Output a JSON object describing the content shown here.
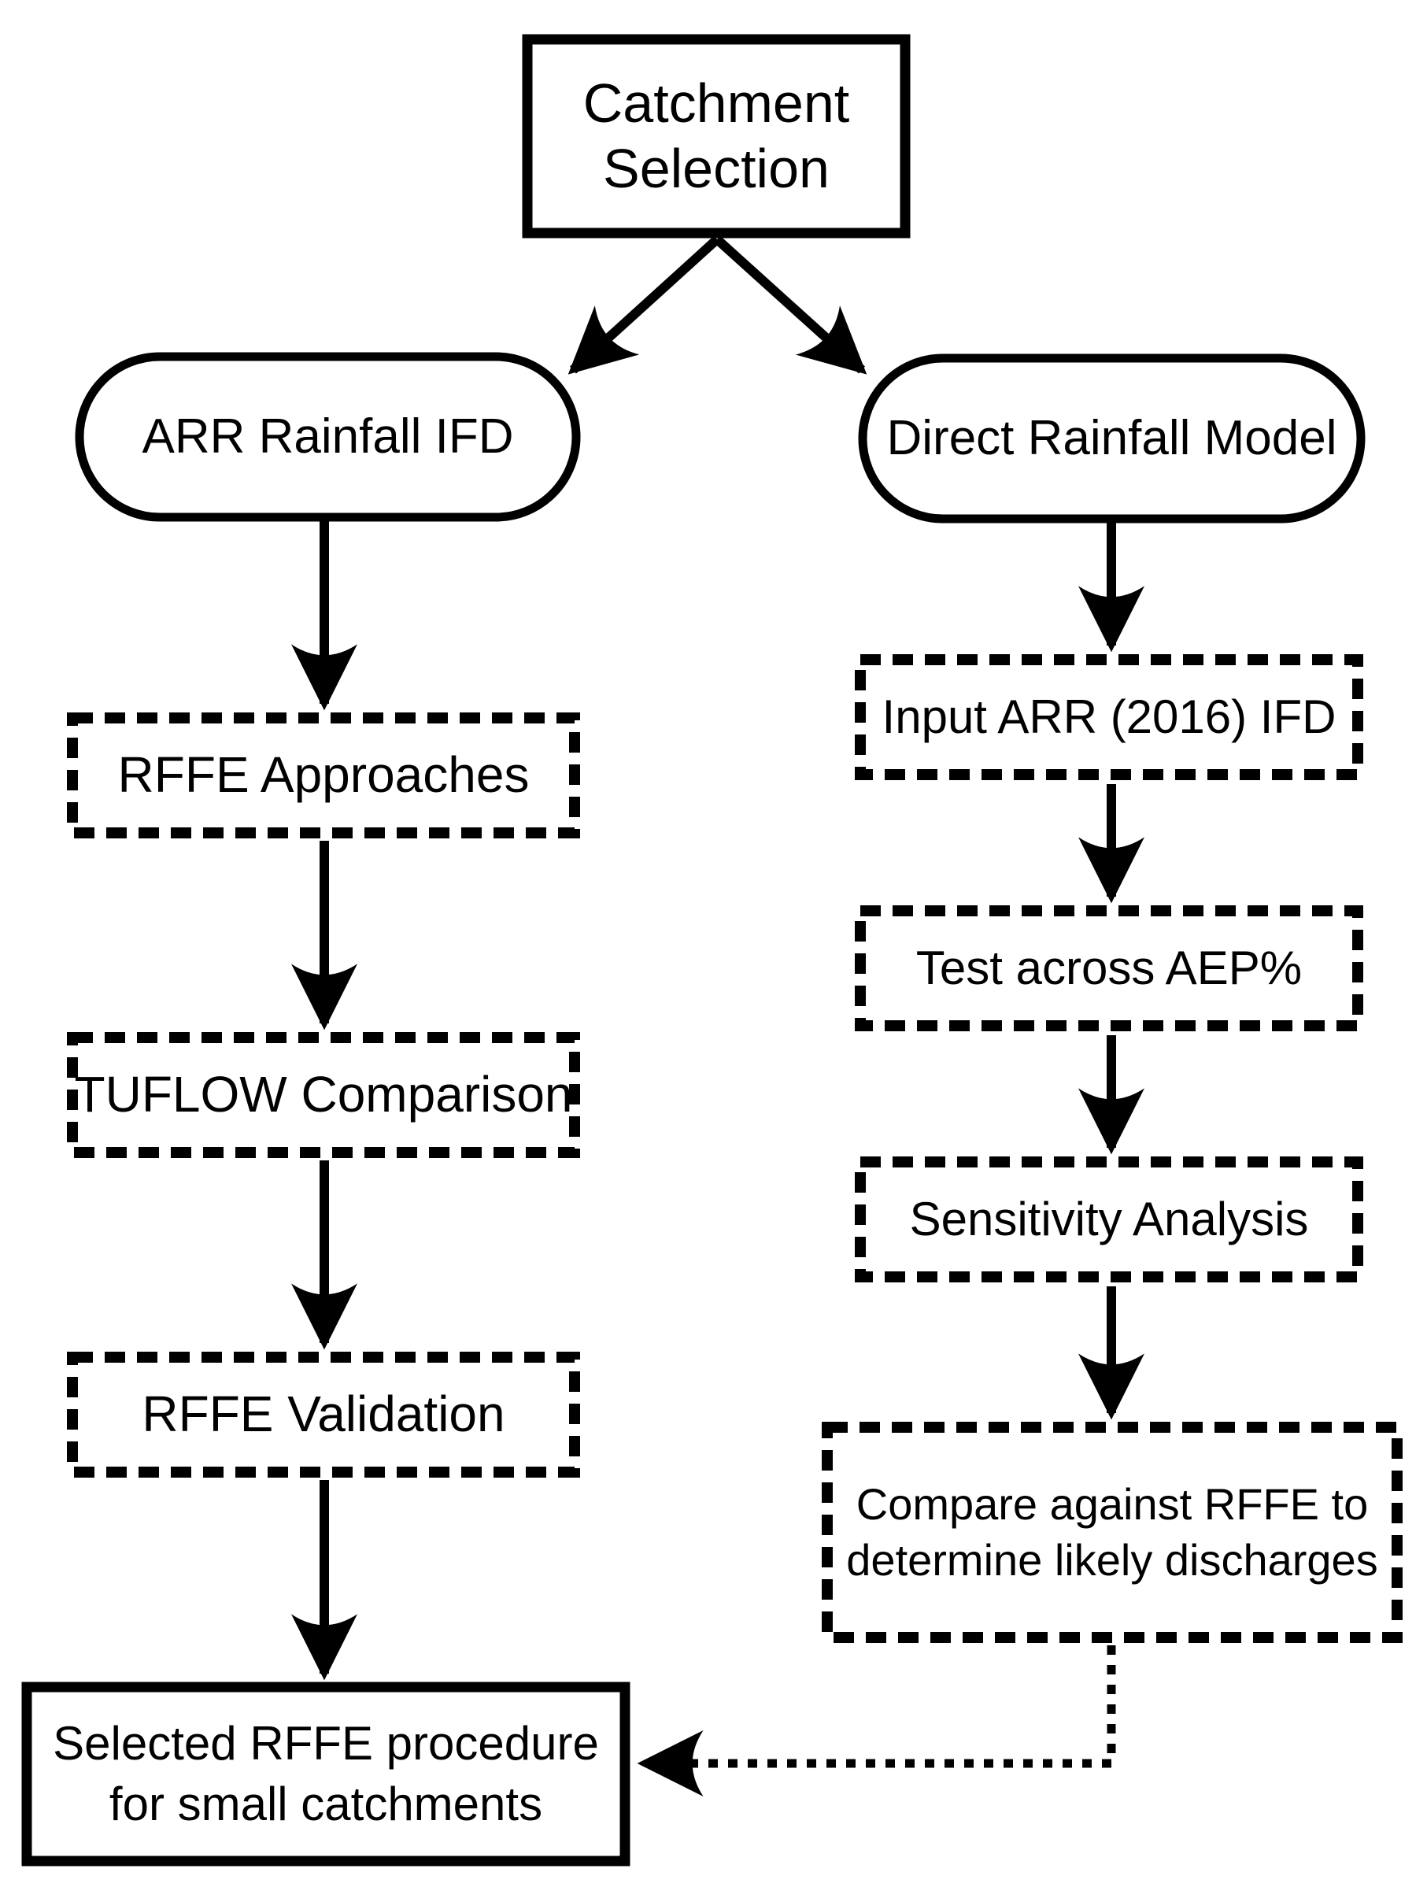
{
  "diagram": {
    "type": "flowchart",
    "colors": {
      "ink": "#000000",
      "background": "#ffffff"
    },
    "nodes": {
      "catchment": {
        "label": "Catchment\nSelection",
        "shape": "rectangle-solid"
      },
      "arr_ifd": {
        "label": "ARR Rainfall IFD",
        "shape": "stadium"
      },
      "direct_rainfall": {
        "label": "Direct Rainfall Model",
        "shape": "stadium"
      },
      "rffe_approaches": {
        "label": "RFFE Approaches",
        "shape": "rectangle-dashed"
      },
      "tuflow": {
        "label": "TUFLOW Comparison",
        "shape": "rectangle-dashed"
      },
      "rffe_validation": {
        "label": "RFFE Validation",
        "shape": "rectangle-dashed"
      },
      "input_ifd": {
        "label": "Input ARR (2016) IFD",
        "shape": "rectangle-dashed"
      },
      "test_aep": {
        "label": "Test across AEP%",
        "shape": "rectangle-dashed"
      },
      "sensitivity": {
        "label": "Sensitivity Analysis",
        "shape": "rectangle-dashed"
      },
      "compare": {
        "label": "Compare against RFFE to\ndetermine likely discharges",
        "shape": "rectangle-dashed"
      },
      "selected": {
        "label": "Selected RFFE procedure\nfor small catchments",
        "shape": "rectangle-solid"
      }
    },
    "edges": [
      {
        "from": "catchment",
        "to": "arr_ifd",
        "style": "solid-arrow"
      },
      {
        "from": "catchment",
        "to": "direct_rainfall",
        "style": "solid-arrow"
      },
      {
        "from": "arr_ifd",
        "to": "rffe_approaches",
        "style": "solid-arrow"
      },
      {
        "from": "rffe_approaches",
        "to": "tuflow",
        "style": "solid-arrow"
      },
      {
        "from": "tuflow",
        "to": "rffe_validation",
        "style": "solid-arrow"
      },
      {
        "from": "rffe_validation",
        "to": "selected",
        "style": "solid-arrow"
      },
      {
        "from": "direct_rainfall",
        "to": "input_ifd",
        "style": "solid-arrow"
      },
      {
        "from": "input_ifd",
        "to": "test_aep",
        "style": "solid-arrow"
      },
      {
        "from": "test_aep",
        "to": "sensitivity",
        "style": "solid-arrow"
      },
      {
        "from": "sensitivity",
        "to": "compare",
        "style": "solid-arrow"
      },
      {
        "from": "compare",
        "to": "selected",
        "style": "dotted-arrow"
      }
    ]
  }
}
